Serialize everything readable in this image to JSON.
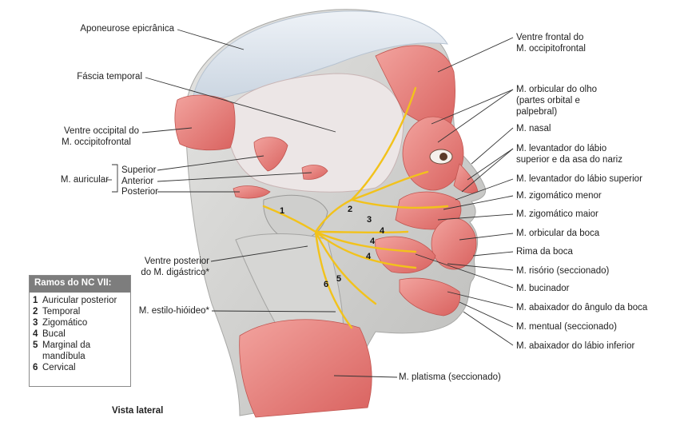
{
  "labels_left": {
    "aponeurose": "Aponeurose epicrânica",
    "fascia_temporal": "Fáscia temporal",
    "ventre_occipital_1": "Ventre occipital do",
    "ventre_occipital_2": "M. occipitofrontal",
    "m_auricular": "M. auricular",
    "superior": "Superior",
    "anterior": "Anterior",
    "posterior": "Posterior",
    "ventre_posterior_1": "Ventre posterior",
    "ventre_posterior_2": "do M. digástrico*",
    "estilo_hioideo": "M. estilo-hióideo*"
  },
  "labels_right": {
    "ventre_frontal_1": "Ventre frontal do",
    "ventre_frontal_2": "M. occipitofrontal",
    "orbicular_olho_1": "M. orbicular do olho",
    "orbicular_olho_2": "(partes orbital e",
    "orbicular_olho_3": "palpebral)",
    "nasal": "M. nasal",
    "levantador_asa_1": "M. levantador do lábio",
    "levantador_asa_2": "superior e da asa do nariz",
    "levantador_sup": "M. levantador do lábio superior",
    "zigomatico_menor": "M. zigomático menor",
    "zigomatico_maior": "M. zigomático maior",
    "orbicular_boca": "M. orbicular da boca",
    "rima_boca": "Rima da boca",
    "risorio": "M. risório (seccionado)",
    "bucinador": "M. bucinador",
    "abaixador_angulo": "M. abaixador do ângulo da boca",
    "mentual": "M. mentual (seccionado)",
    "abaixador_labio": "M. abaixador do lábio inferior",
    "platisma": "M. platisma (seccionado)"
  },
  "branch_numbers": [
    "1",
    "2",
    "3",
    "4",
    "4",
    "4",
    "5",
    "6"
  ],
  "legend": {
    "title": "Ramos do NC VII:",
    "items": [
      {
        "n": "1",
        "t": "Auricular posterior"
      },
      {
        "n": "2",
        "t": "Temporal"
      },
      {
        "n": "3",
        "t": "Zigomático"
      },
      {
        "n": "4",
        "t": "Bucal"
      },
      {
        "n": "5",
        "t": "Marginal da mandíbula"
      },
      {
        "n": "6",
        "t": "Cervical"
      }
    ]
  },
  "view_label": "Vista lateral",
  "colors": {
    "muscle": "#e37c7c",
    "muscle_light": "#f0a8a2",
    "aponeurosis": "#dfe7f0",
    "nerve": "#f2c21b",
    "skin": "#d8d8d6",
    "bone": "#c9c9c7",
    "leader": "#333333"
  }
}
